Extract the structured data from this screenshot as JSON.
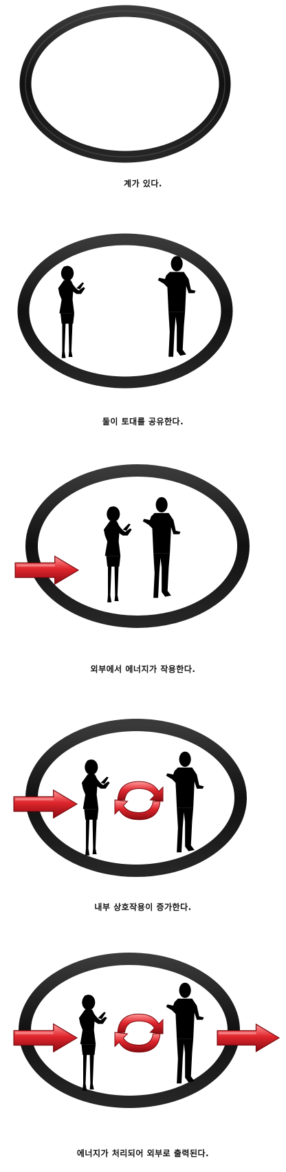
{
  "steps": [
    {
      "caption": "계가 있다."
    },
    {
      "caption": "둘이 토대를 공유한다."
    },
    {
      "caption": "외부에서 에너지가 작용한다."
    },
    {
      "caption": "내부 상호작용이 증가한다."
    },
    {
      "caption": "에너지가 처리되어 외부로 출력된다."
    }
  ],
  "colors": {
    "ring": "#141414",
    "silhouette": "#000000",
    "arrow": "#c8141e",
    "arrow_highlight": "#f07070"
  },
  "icons": {
    "ring": "rubber-ring",
    "woman": "woman-silhouette",
    "man": "man-silhouette",
    "input_arrow": "right-arrow",
    "output_arrow": "right-arrow",
    "cycle": "circular-arrows"
  }
}
